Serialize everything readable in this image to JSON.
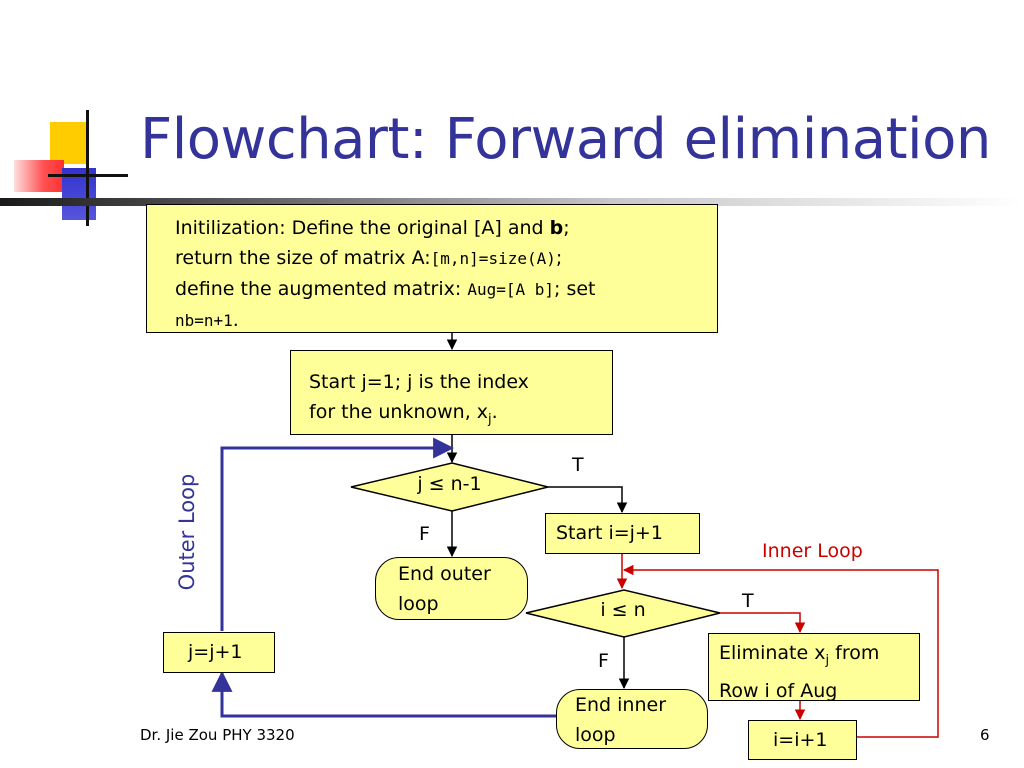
{
  "slide": {
    "title": "Flowchart: Forward elimination",
    "footer_left": "Dr. Jie Zou PHY 3320",
    "page_number": "6"
  },
  "colors": {
    "title": "#333399",
    "box_fill": "#ffff99",
    "outer_loop": "#333399",
    "inner_loop": "#cc0000",
    "accent_yellow": "#ffcc00",
    "accent_red": "#ff5050",
    "accent_blue": "#3333cc"
  },
  "flowchart": {
    "init": {
      "line1_text": "Initilization: Define the original [A] and ",
      "line1_bold": "b",
      "line1_end": ";",
      "line2_text": "return the size of matrix A:",
      "line2_code": "[m,n]=size(A)",
      "line2_end": ";",
      "line3_text": "define the augmented matrix: ",
      "line3_code": "Aug=[A b]",
      "line3_end": "; set",
      "line4_code": "nb=n+1",
      "line4_end": "."
    },
    "start_j": {
      "line1": "Start j=1; j is the index",
      "line2_text": "for the unknown, x",
      "line2_sub": "j",
      "line2_end": "."
    },
    "cond_j": "j ≤ n-1",
    "cond_i": "i ≤ n",
    "true_j": "T",
    "false_j": "F",
    "true_i": "T",
    "false_i": "F",
    "start_i": "Start i=j+1",
    "end_outer": {
      "line1": "End outer",
      "line2": "loop"
    },
    "end_inner": {
      "line1": "End inner",
      "line2": "loop"
    },
    "eliminate": {
      "line1_text": "Eliminate x",
      "line1_sub": "j",
      "line1_end": " from",
      "line2": "Row i of Aug"
    },
    "increment_i": "i=i+1",
    "increment_j": "j=j+1",
    "outer_loop_label": "Outer Loop",
    "inner_loop_label": "Inner Loop"
  }
}
